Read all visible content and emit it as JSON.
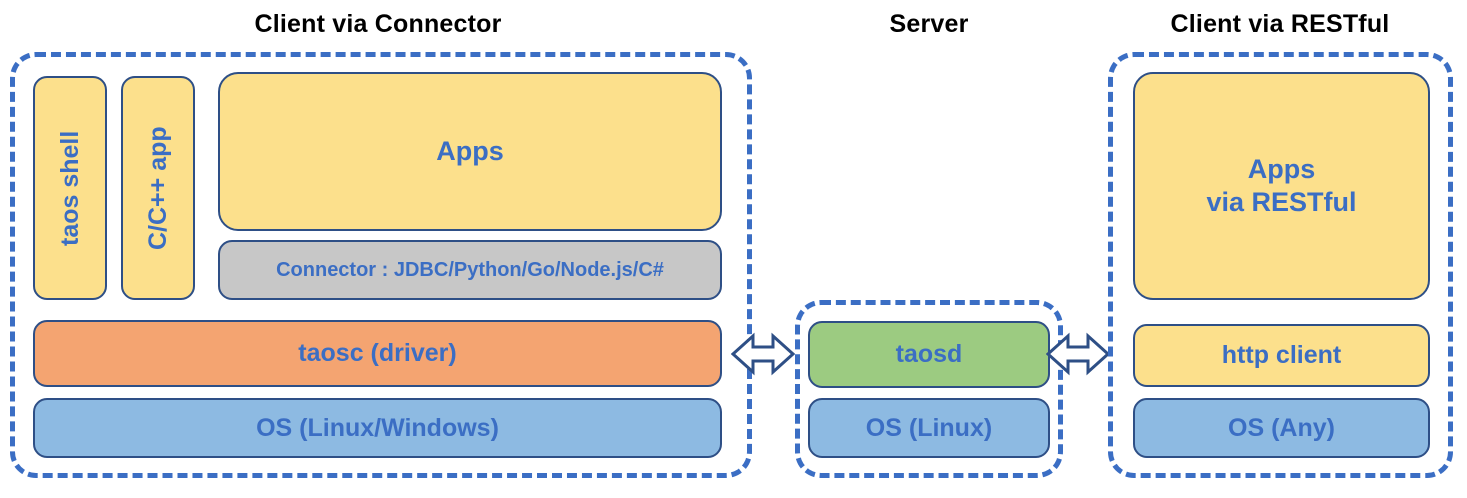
{
  "diagram": {
    "title_left": "Client via Connector",
    "title_middle": "Server",
    "title_right": "Client via RESTful",
    "colors": {
      "dashed_border": "#3B6EC4",
      "block_border": "#2E4F86",
      "text_blue": "#3B6EC4",
      "heading_black": "#000000",
      "yellow": "#FCE08C",
      "orange": "#F4A471",
      "blue": "#8DBAE2",
      "green": "#9CCB81",
      "gray": "#C7C7C7"
    }
  },
  "client_connector": {
    "taos_shell": "taos shell",
    "c_cpp_app": "C/C++ app",
    "apps": "Apps",
    "connector": "Connector : JDBC/Python/Go/Node.js/C#",
    "taosc": "taosc (driver)",
    "os": "OS (Linux/Windows)"
  },
  "server": {
    "taosd": "taosd",
    "os": "OS (Linux)"
  },
  "client_restful": {
    "apps_line1": "Apps",
    "apps_line2": "via RESTful",
    "http_client": "http client",
    "os": "OS (Any)"
  },
  "connectors": {
    "left_arrow": "double-headed-arrow",
    "right_arrow": "double-headed-arrow"
  }
}
